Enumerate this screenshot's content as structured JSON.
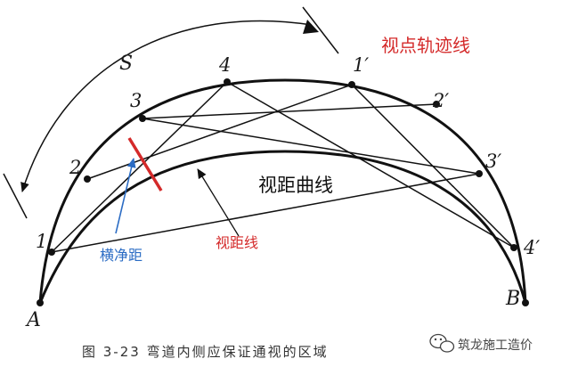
{
  "diagram": {
    "labels": {
      "s": "S",
      "trajectory": "视点轨迹线",
      "sight_curve": "视距曲线",
      "sight_line": "视距线",
      "clearance": "横净距",
      "point_a": "A",
      "point_b": "B",
      "p1": "1",
      "p2": "2",
      "p3": "3",
      "p4": "4",
      "p1p": "1′",
      "p2p": "2′",
      "p3p": "3′",
      "p4p": "4′"
    },
    "colors": {
      "line": "#111111",
      "red": "#d42a2a",
      "blue": "#2b6cc4"
    }
  },
  "caption": "图   3-23   弯道内侧应保证通视的区域",
  "watermark": {
    "text": "筑龙施工造价",
    "icon": "wechat-icon"
  }
}
